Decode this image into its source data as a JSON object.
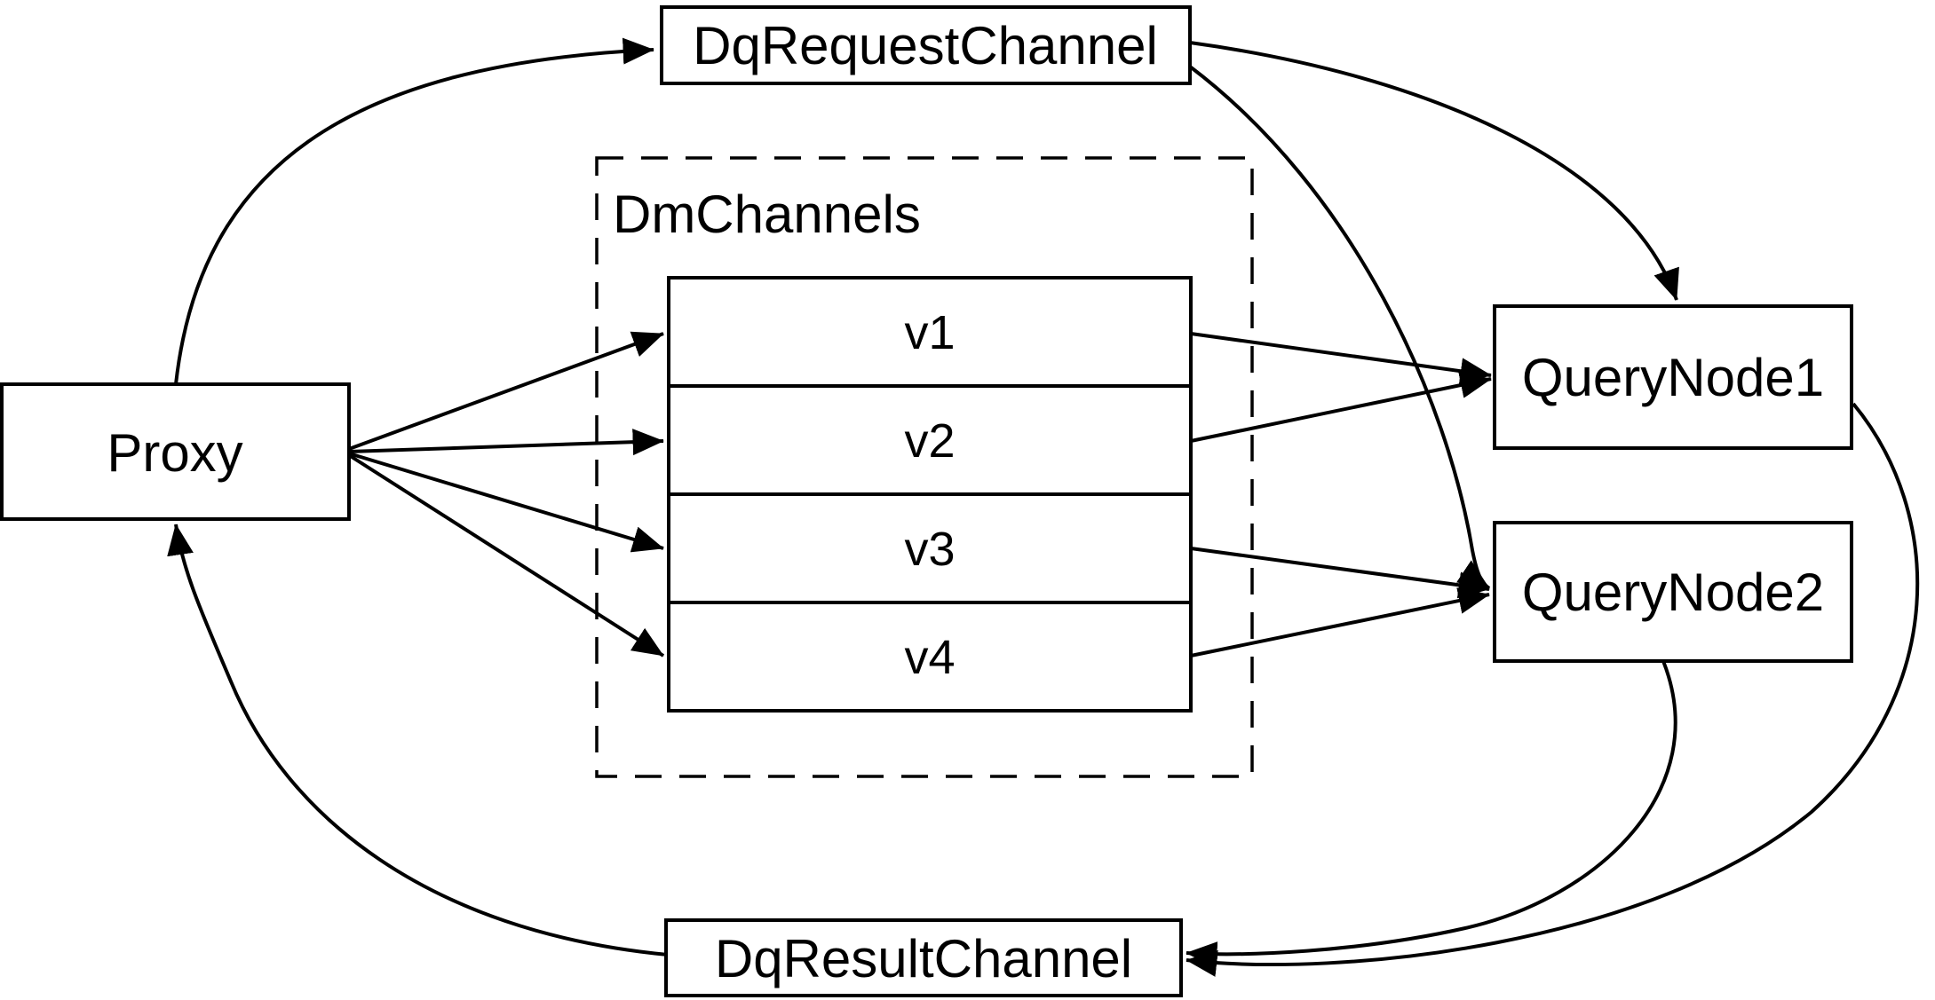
{
  "diagram": {
    "background_color": "#ffffff",
    "line_color": "#000000",
    "nodes": {
      "proxy": {
        "label": "Proxy"
      },
      "dq_request_channel": {
        "label": "DqRequestChannel"
      },
      "dm_channels_group": {
        "label": "DmChannels"
      },
      "channels": [
        {
          "label": "v1"
        },
        {
          "label": "v2"
        },
        {
          "label": "v3"
        },
        {
          "label": "v4"
        }
      ],
      "query_node1": {
        "label": "QueryNode1"
      },
      "query_node2": {
        "label": "QueryNode2"
      },
      "dq_result_channel": {
        "label": "DqResultChannel"
      }
    },
    "edges": [
      {
        "from": "Proxy",
        "to": "DqRequestChannel"
      },
      {
        "from": "Proxy",
        "to": "v1"
      },
      {
        "from": "Proxy",
        "to": "v2"
      },
      {
        "from": "Proxy",
        "to": "v3"
      },
      {
        "from": "Proxy",
        "to": "v4"
      },
      {
        "from": "DqRequestChannel",
        "to": "QueryNode1"
      },
      {
        "from": "DqRequestChannel",
        "to": "QueryNode2"
      },
      {
        "from": "v1",
        "to": "QueryNode1"
      },
      {
        "from": "v2",
        "to": "QueryNode1"
      },
      {
        "from": "v3",
        "to": "QueryNode2"
      },
      {
        "from": "v4",
        "to": "QueryNode2"
      },
      {
        "from": "QueryNode1",
        "to": "DqResultChannel"
      },
      {
        "from": "QueryNode2",
        "to": "DqResultChannel"
      },
      {
        "from": "DqResultChannel",
        "to": "Proxy"
      }
    ]
  }
}
